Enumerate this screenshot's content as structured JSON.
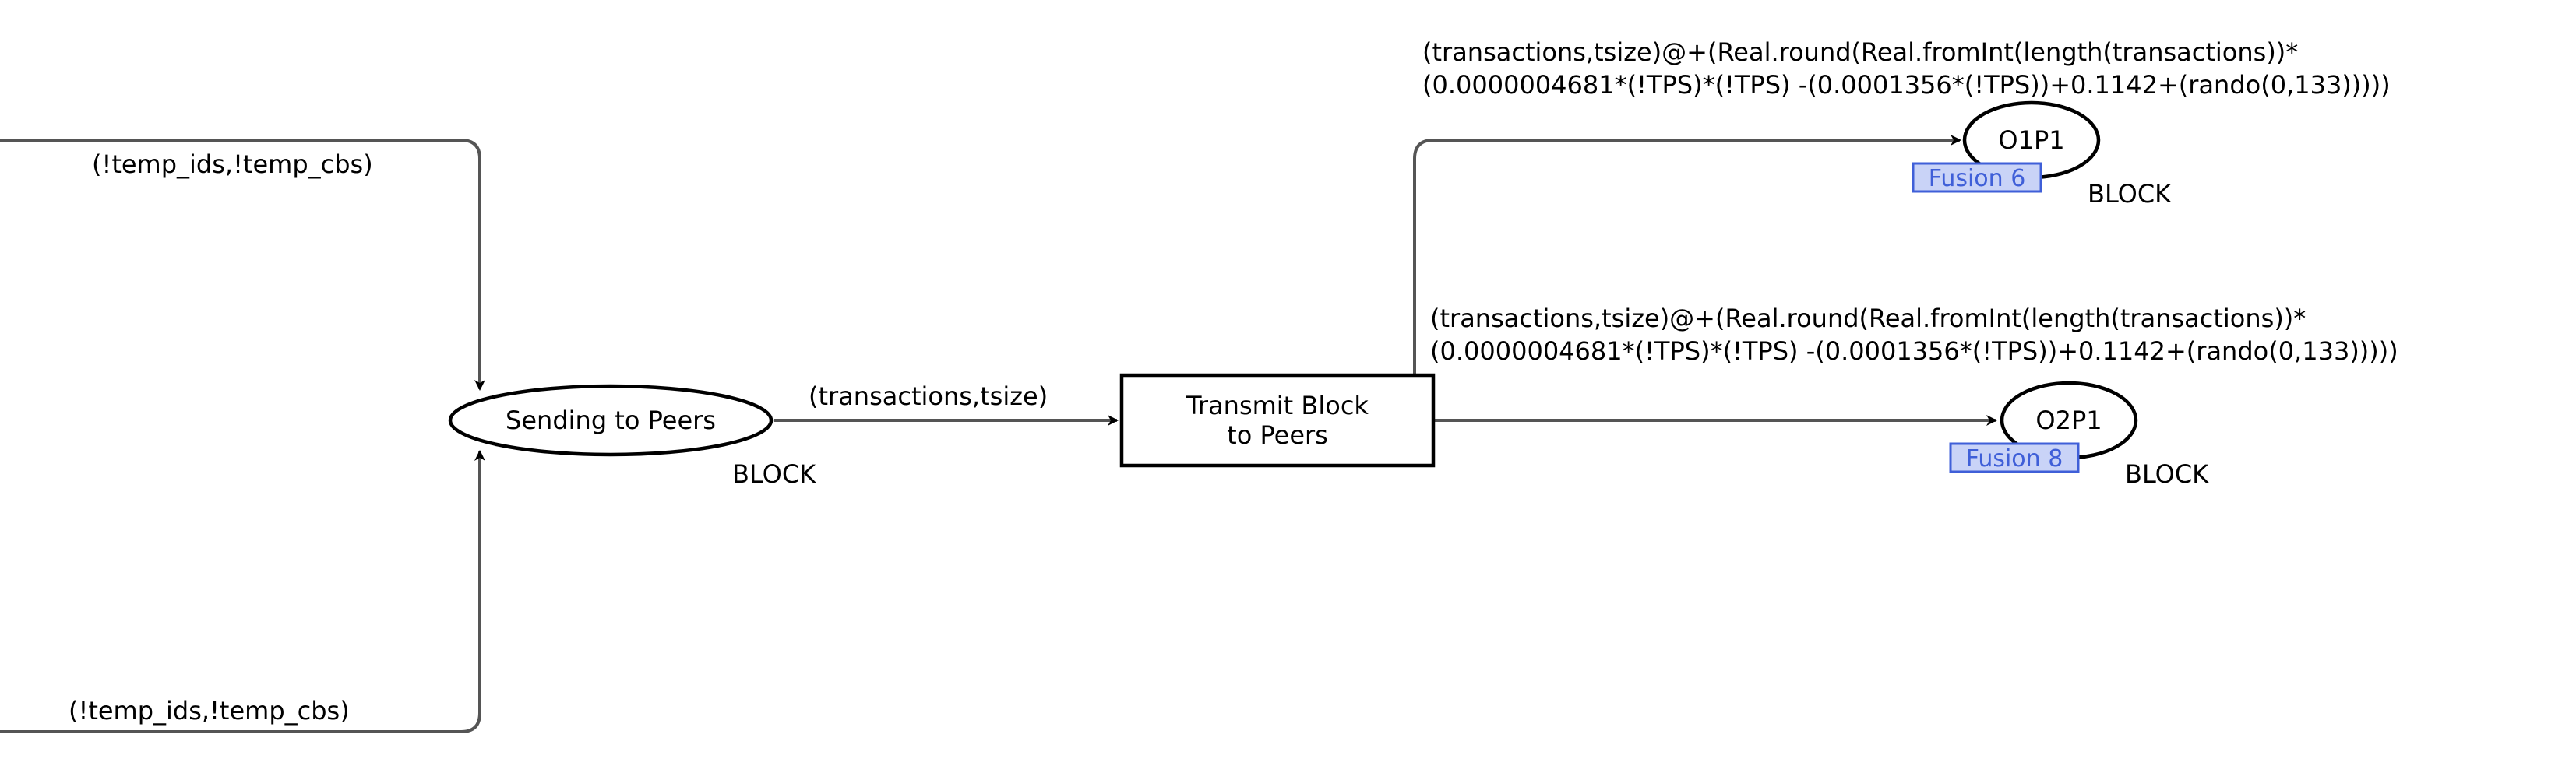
{
  "places": {
    "sending": {
      "label": "Sending to Peers",
      "colorset": "BLOCK"
    },
    "o1p1": {
      "label": "O1P1",
      "colorset": "BLOCK",
      "fusion": "Fusion 6"
    },
    "o2p1": {
      "label": "O2P1",
      "colorset": "BLOCK",
      "fusion": "Fusion 8"
    }
  },
  "transitions": {
    "transmit": {
      "label_line1": "Transmit Block",
      "label_line2": "to Peers"
    }
  },
  "arcs": {
    "top_input": "(!temp_ids,!temp_cbs)",
    "bottom_input": "(!temp_ids,!temp_cbs)",
    "to_transmit": "(transactions,tsize)",
    "to_o1p1": {
      "line1": "(transactions,tsize)@+(Real.round(Real.fromInt(length(transactions))*",
      "line2": "(0.0000004681*(!TPS)*(!TPS) -(0.0001356*(!TPS))+0.1142+(rando(0,133)))))"
    },
    "to_o2p1": {
      "line1": "(transactions,tsize)@+(Real.round(Real.fromInt(length(transactions))*",
      "line2": "(0.0000004681*(!TPS)*(!TPS) -(0.0001356*(!TPS))+0.1142+(rando(0,133)))))"
    }
  },
  "colors": {
    "background": "#ffffff",
    "arc": "#555555",
    "node_stroke": "#000000",
    "fusion_fill": "#c9d3f7",
    "fusion_stroke": "#3f5fd8"
  }
}
